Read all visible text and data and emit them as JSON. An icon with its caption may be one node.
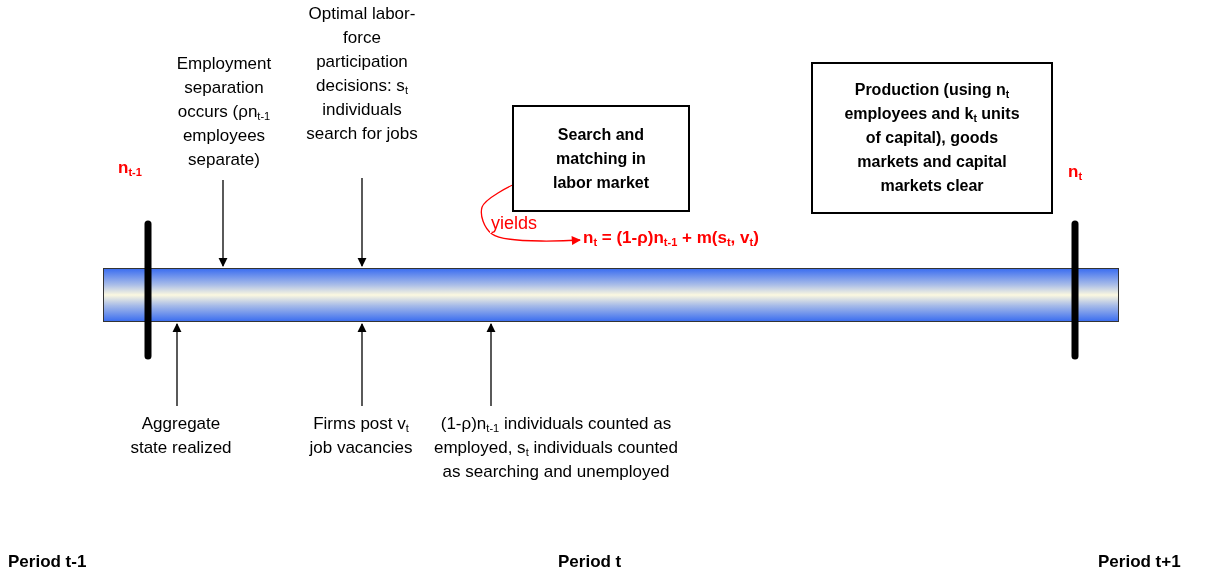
{
  "diagram": {
    "nodes": [
      {
        "text": [],
        "shape": "bar"
      },
      {
        "text": [
          "Employment separation occurs (ρn$_{t-1}$ employees separate)"
        ]
      },
      {
        "text": [
          "Optimal labor-force participation decisions: s$_{t}$ individuals search for jobs"
        ]
      },
      {
        "text": [
          "Search and matching in labor market"
        ]
      },
      {
        "text": [
          "n$_{t}$ = (1-ρ)n$_{t-1}$ + m(s$_{t}$, v$_{t}$)"
        ]
      },
      {
        "text": [
          "Production (using n$_{t}$ employees and k$_{t}$ units of capital), goods markets and capital markets clear"
        ]
      },
      {
        "text": [
          "Aggregate state realized"
        ]
      },
      {
        "text": [
          "Firms post v$_{t}$ job vacancies"
        ]
      },
      {
        "text": [
          "(1-ρ)n$_{t-1}$ individuals counted as employed, s$_{t}$ individuals counted as searching and unemployed"
        ]
      }
    ],
    "edges": [
      {
        "from": 1,
        "to": 0,
        "arrow": "to"
      },
      {
        "from": 2,
        "to": 0,
        "arrow": "to"
      },
      {
        "from": 3,
        "to": 4,
        "arrow": "to",
        "label": "yields",
        "color": "#ff0000"
      },
      {
        "from": 6,
        "to": 0,
        "arrow": "to"
      },
      {
        "from": 7,
        "to": 0,
        "arrow": "to"
      },
      {
        "from": 8,
        "to": 0,
        "arrow": "to"
      }
    ],
    "labels": [
      "n$_{t-1}$",
      "n$_{t}$",
      "Period t-1",
      "Period t",
      "Period t+1"
    ]
  }
}
